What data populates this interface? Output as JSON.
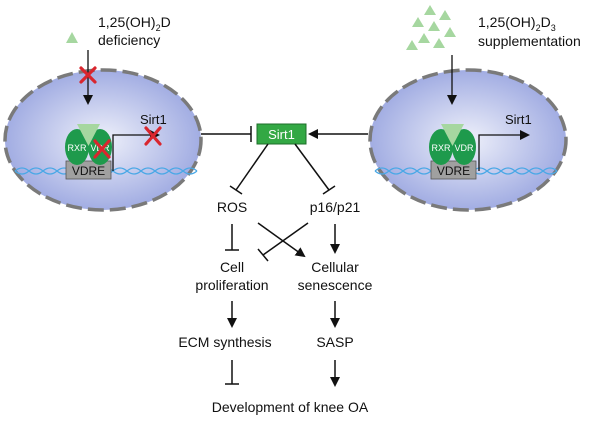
{
  "left_cell": {
    "caption_main": "1,25(OH)",
    "caption_sub": "2",
    "caption_rest": "D",
    "caption_line2": "deficiency",
    "gene_label": "Sirt1",
    "rxr_label": "RXR",
    "vdr_label": "VDR",
    "vdre_label": "VDRE"
  },
  "right_cell": {
    "caption_main": "1,25(OH)",
    "caption_sub": "2",
    "caption_rest": "D",
    "caption_sub2": "3",
    "caption_line2": "supplementation",
    "gene_label": "Sirt1",
    "rxr_label": "RXR",
    "vdr_label": "VDR",
    "vdre_label": "VDRE"
  },
  "center": {
    "sirt1_box_label": "Sirt1"
  },
  "pathway": {
    "ros": "ROS",
    "p16p21": "p16/p21",
    "cell_line1": "Cell",
    "cell_line2": "proliferation",
    "sen_line1": "Cellular",
    "sen_line2": "senescence",
    "ecm": "ECM synthesis",
    "sasp": "SASP",
    "outcome": "Development of knee OA"
  },
  "colors": {
    "cell_fill_center": "#eef0fa",
    "cell_fill_edge": "#9aa6e0",
    "cell_border": "#7a7a7a",
    "sirt1_box": "#33a844",
    "receptor_green": "#1e9a4c",
    "ligand_green": "#a6d7a0",
    "dna_blue": "#4aa8e6",
    "vdre_gray": "#a0a0a0",
    "block_red": "#d9262e"
  }
}
